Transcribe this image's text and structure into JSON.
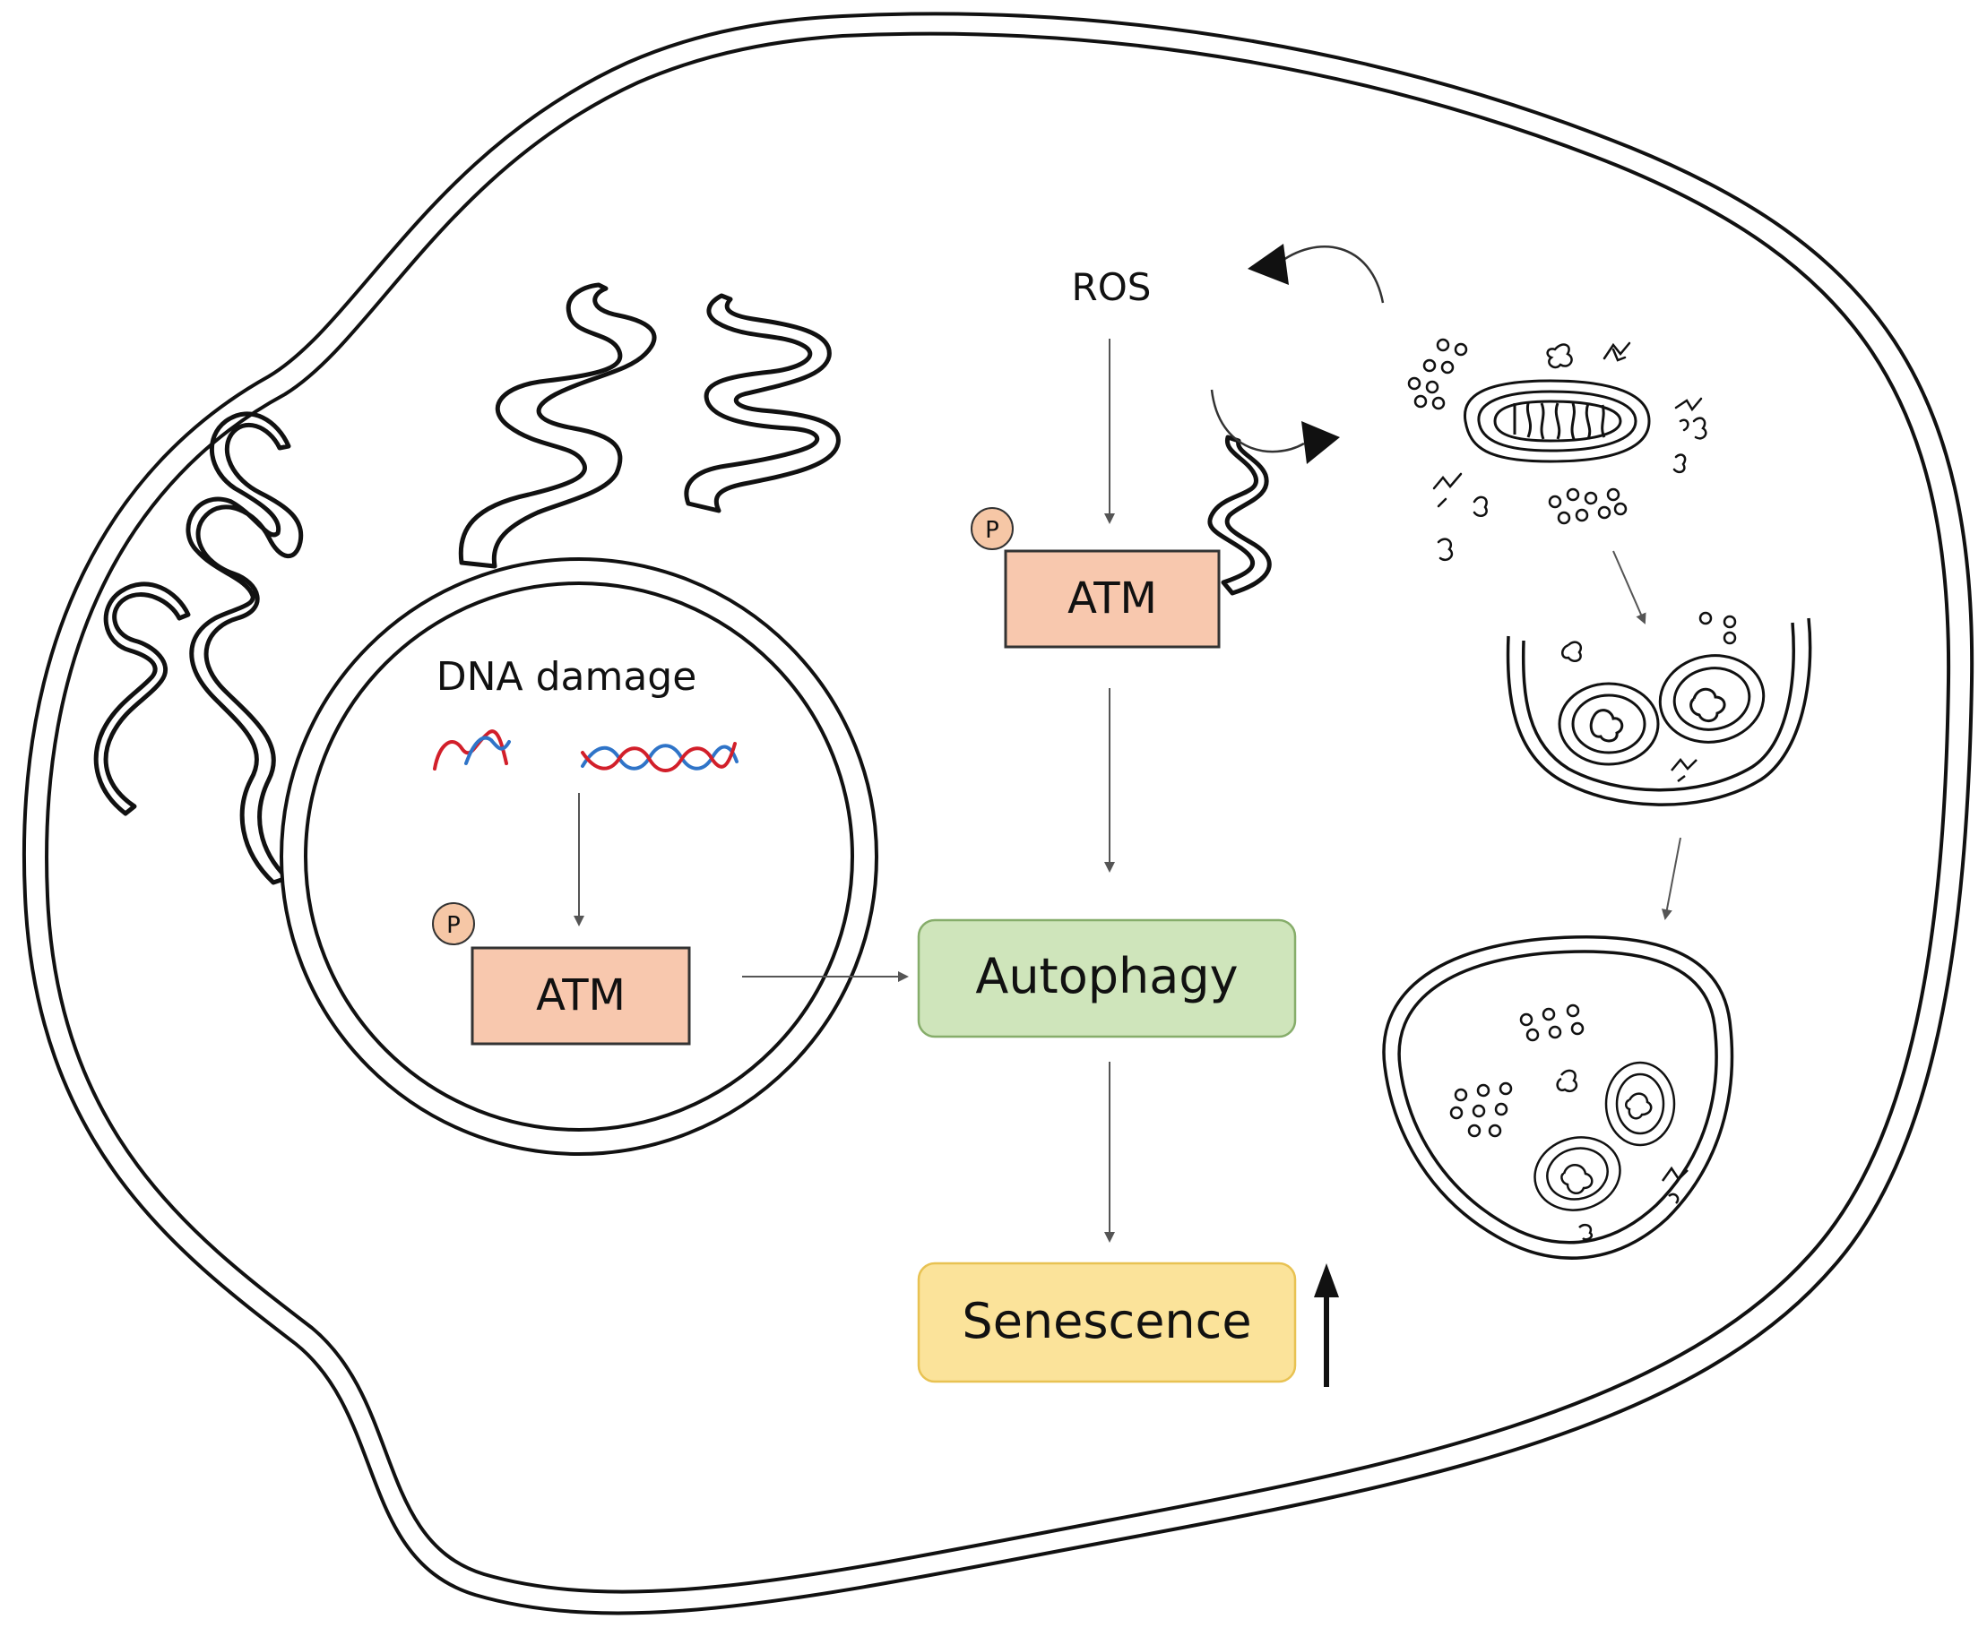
{
  "labels": {
    "ros": "ROS",
    "dna_damage": "DNA damage",
    "atm_top": "ATM",
    "atm_nucleus": "ATM",
    "phospho_top": "P",
    "phospho_nucleus": "P",
    "autophagy": "Autophagy",
    "senescence": "Senescence"
  },
  "colors": {
    "atm_fill": "#f8c8ae",
    "phospho_fill": "#f6c7a6",
    "autophagy_fill": "#cfe5bb",
    "autophagy_stroke": "#86ad6a",
    "senescence_fill": "#fbe39a",
    "senescence_stroke": "#e8c252",
    "dna_red": "#d21f2a",
    "dna_blue": "#2f74c8",
    "outline": "#111111",
    "arrow": "#555555"
  },
  "indicators": {
    "senescence_trend": "increase"
  }
}
